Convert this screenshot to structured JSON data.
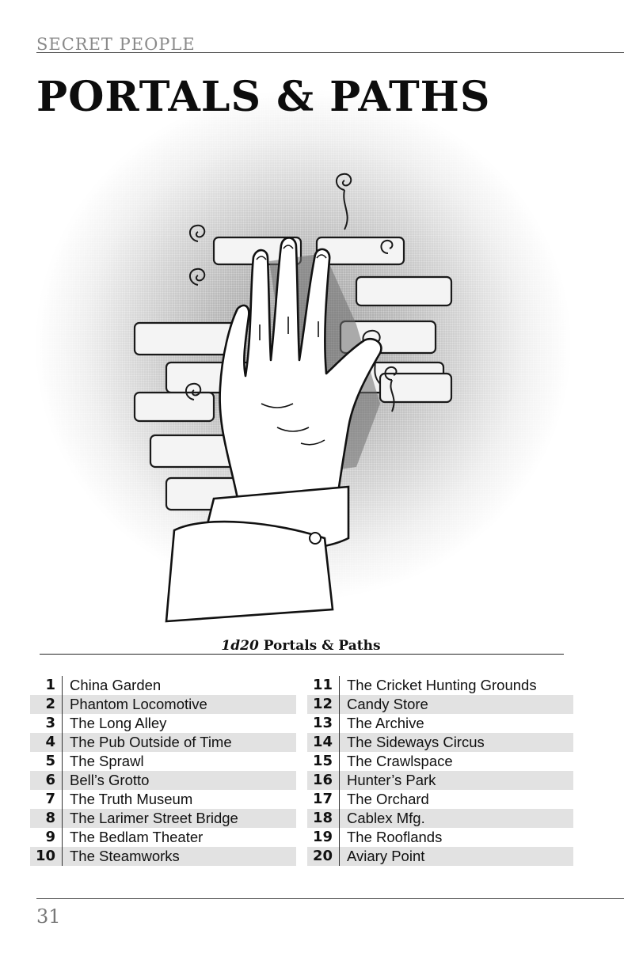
{
  "running_head": "Secret People",
  "page_title": "Portals & Paths",
  "illustration_icon": "hand-on-brick-wall-illustration",
  "table": {
    "caption_die": "1d20",
    "caption_text": "Portals & Paths",
    "left": [
      {
        "roll": "1",
        "entry": "China Garden"
      },
      {
        "roll": "2",
        "entry": "Phantom Locomotive"
      },
      {
        "roll": "3",
        "entry": "The Long Alley"
      },
      {
        "roll": "4",
        "entry": "The Pub Outside of Time"
      },
      {
        "roll": "5",
        "entry": "The Sprawl"
      },
      {
        "roll": "6",
        "entry": "Bell’s Grotto"
      },
      {
        "roll": "7",
        "entry": "The Truth Museum"
      },
      {
        "roll": "8",
        "entry": "The Larimer Street Bridge"
      },
      {
        "roll": "9",
        "entry": "The Bedlam Theater"
      },
      {
        "roll": "10",
        "entry": "The Steamworks"
      }
    ],
    "right": [
      {
        "roll": "11",
        "entry": "The Cricket Hunting Grounds"
      },
      {
        "roll": "12",
        "entry": "Candy Store"
      },
      {
        "roll": "13",
        "entry": "The Archive"
      },
      {
        "roll": "14",
        "entry": "The Sideways Circus"
      },
      {
        "roll": "15",
        "entry": "The Crawlspace"
      },
      {
        "roll": "16",
        "entry": "Hunter’s Park"
      },
      {
        "roll": "17",
        "entry": "The Orchard"
      },
      {
        "roll": "18",
        "entry": "Cablex Mfg."
      },
      {
        "roll": "19",
        "entry": "The Rooflands"
      },
      {
        "roll": "20",
        "entry": "Aviary Point"
      }
    ]
  },
  "page_number": "31"
}
